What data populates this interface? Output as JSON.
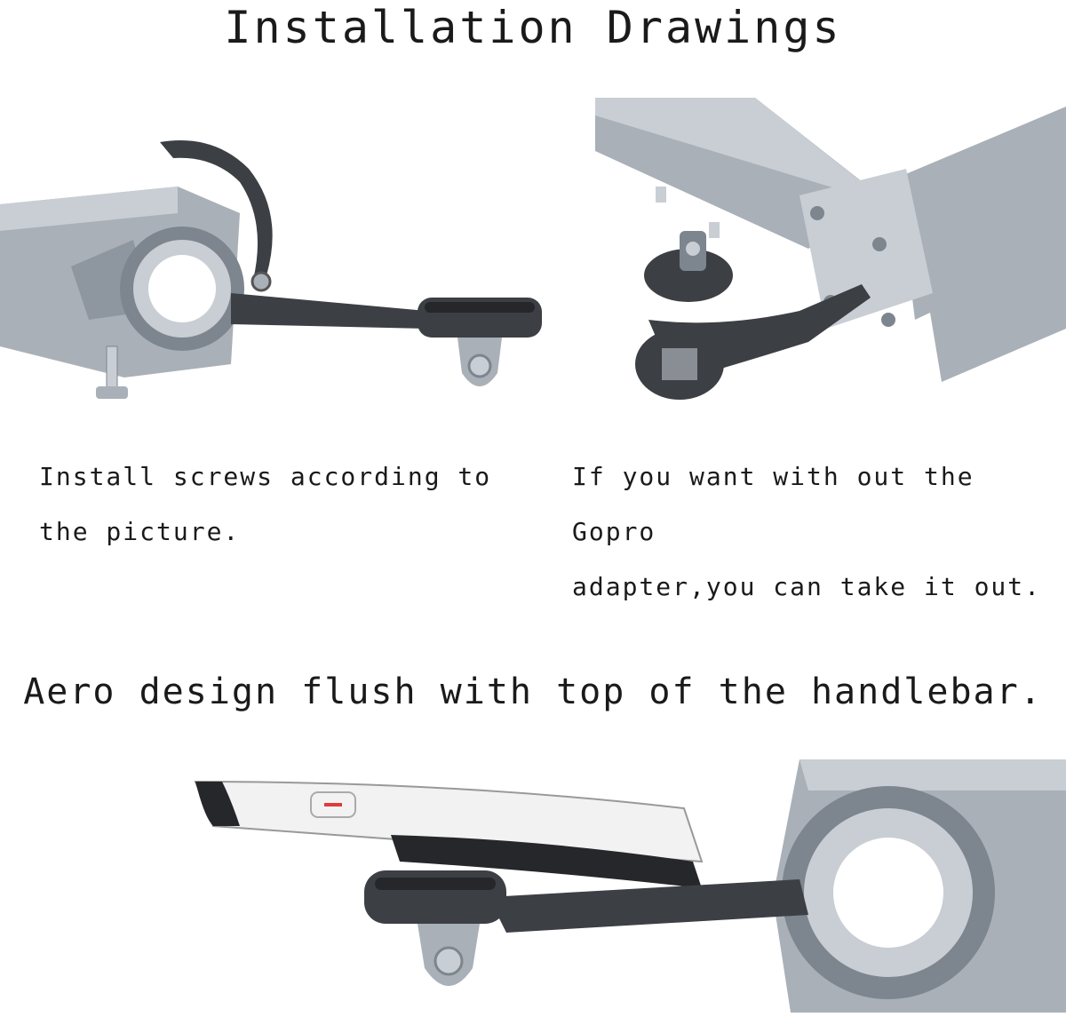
{
  "title": "Installation Drawings",
  "captions": {
    "left_line1": "Install screws according to",
    "left_line2": "the picture.",
    "right_line1": "If you want with out the Gopro",
    "right_line2": "adapter,you can take it out."
  },
  "subtitle": "Aero design flush with top of the handlebar.",
  "colors": {
    "metal": "#a9b0b8",
    "metal_light": "#c9ced4",
    "metal_dark": "#7d858e",
    "mount": "#3c3f44",
    "mount_dark": "#25272a",
    "device": "#f2f2f2",
    "accent_red": "#e23a3a"
  }
}
